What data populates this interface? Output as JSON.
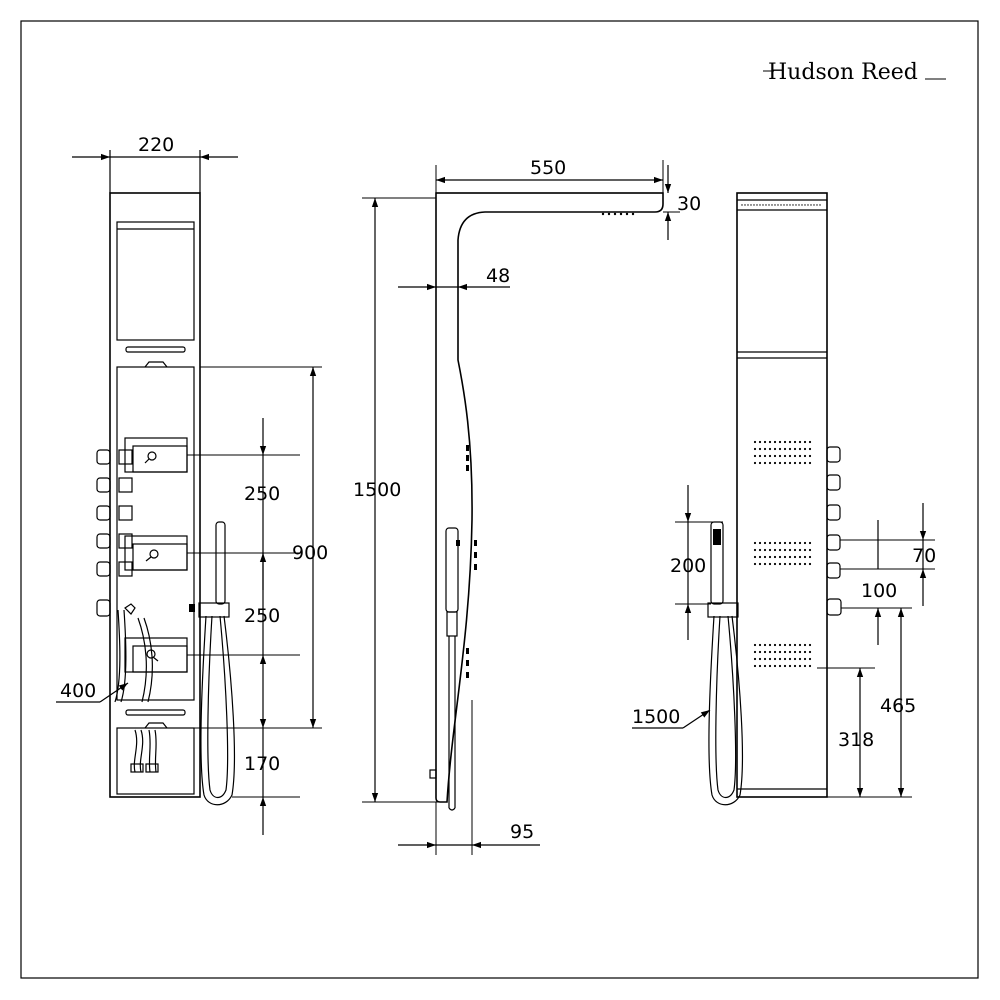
{
  "brand": {
    "name": "Hudson Reed"
  },
  "dimensions": {
    "front_width": "220",
    "front_button_spacing_upper": "250",
    "front_panel_height": "900",
    "front_button_spacing_lower": "250",
    "front_hose_length": "400",
    "front_bottom_offset": "170",
    "side_arm_length": "550",
    "side_head_thickness": "30",
    "side_top_depth": "48",
    "side_total_height": "1500",
    "side_base_depth": "95",
    "rear_handset_length": "200",
    "rear_jet_spacing": "70",
    "rear_body_jet_offset": "100",
    "rear_outlet_height": "465",
    "rear_jet_height": "318",
    "rear_hose_length": "1500"
  }
}
